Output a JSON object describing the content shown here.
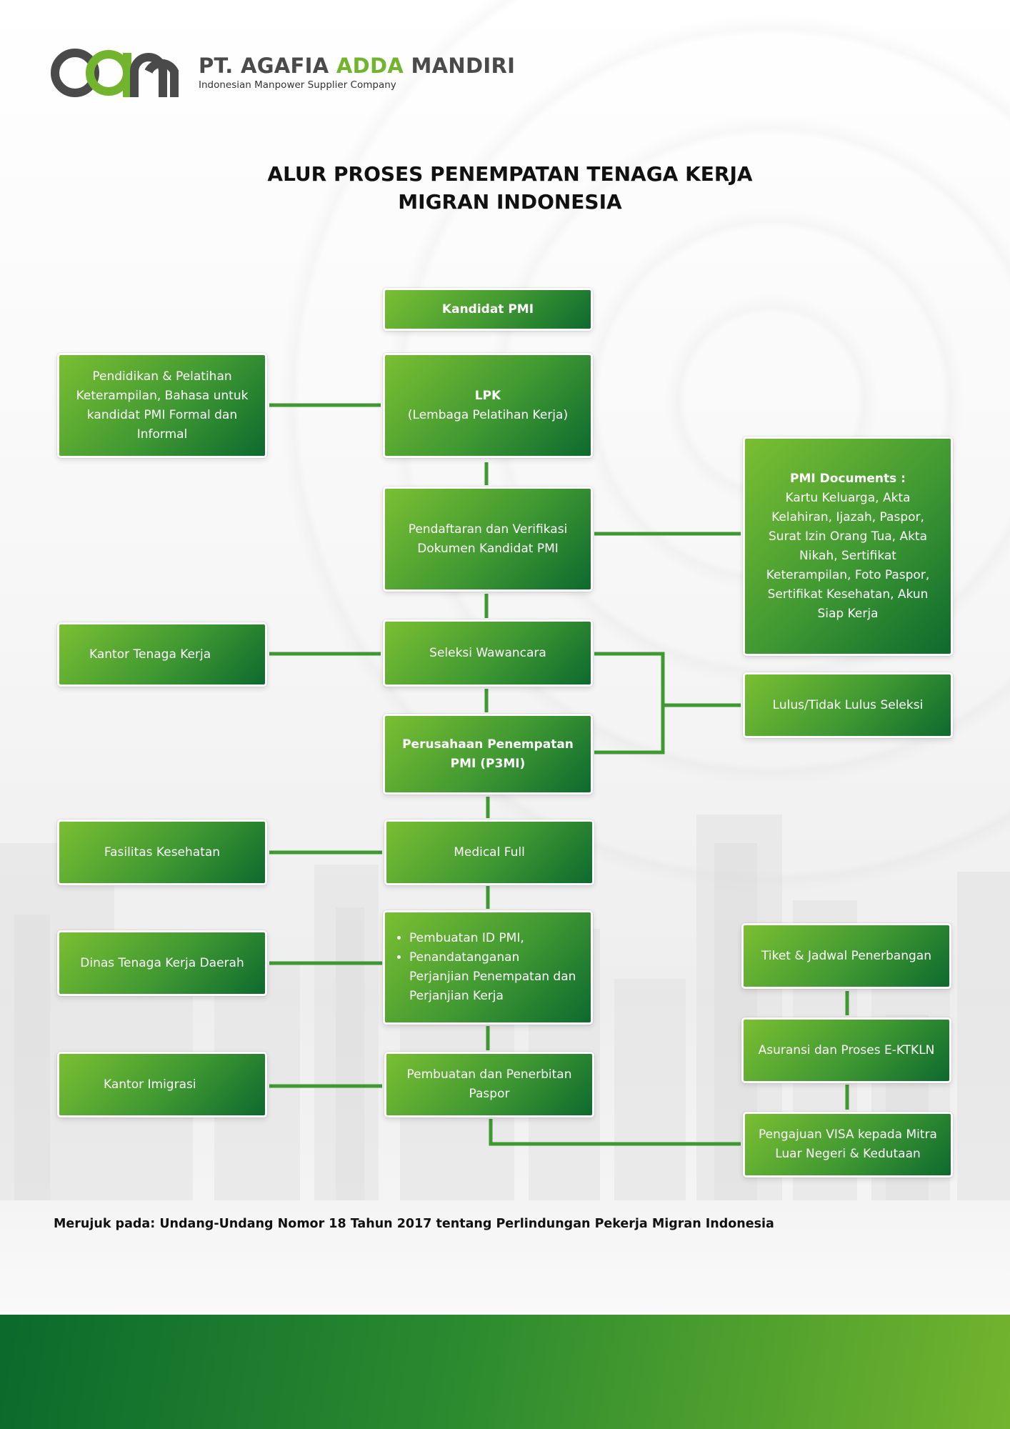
{
  "company": {
    "name_part1": "PT. AGAFIA ",
    "name_accent": "ADDA",
    "name_part2": " MANDIRI",
    "tagline": "Indonesian Manpower Supplier Company"
  },
  "title": {
    "line1": "ALUR PROSES PENEMPATAN TENAGA KERJA",
    "line2": "MIGRAN INDONESIA"
  },
  "colors": {
    "box_light": "#7abf32",
    "box_dark": "#0d6a2e",
    "accent": "#72b42e",
    "connector": "#3f9832"
  },
  "nodes": {
    "kandidat": "Kandidat PMI",
    "lpk_title": "LPK",
    "lpk_sub": "(Lembaga Pelatihan Kerja)",
    "pendidikan": "Pendidikan & Pelatihan Keterampilan, Bahasa untuk kandidat PMI Formal dan Informal",
    "pendaftaran": "Pendaftaran dan Verifikasi Dokumen Kandidat PMI",
    "docs_title": "PMI Documents :",
    "docs_body": "Kartu Keluarga, Akta Kelahiran, Ijazah, Paspor, Surat Izin Orang Tua, Akta Nikah, Sertifikat Keterampilan, Foto Paspor, Sertifikat Kesehatan, Akun Siap Kerja",
    "kantor_tk": "Kantor Tenaga Kerja",
    "seleksi": "Seleksi Wawancara",
    "lulus": "Lulus/Tidak Lulus Seleksi",
    "p3mi": "Perusahaan Penempatan PMI (P3MI)",
    "faskes": "Fasilitas Kesehatan",
    "medical": "Medical Full",
    "disnaker": "Dinas Tenaga Kerja Daerah",
    "id_item1": "Pembuatan ID PMI,",
    "id_item2": "Penandatanganan Perjanjian Penempatan dan Perjanjian Kerja",
    "imigrasi": "Kantor Imigrasi",
    "paspor": "Pembuatan dan Penerbitan Paspor",
    "tiket": "Tiket & Jadwal Penerbangan",
    "asuransi": "Asuransi dan Proses E-KTKLN",
    "visa": "Pengajuan VISA kepada Mitra Luar Negeri & Kedutaan"
  },
  "reference": "Merujuk pada: Undang-Undang Nomor 18 Tahun 2017 tentang Perlindungan Pekerja Migran Indonesia"
}
